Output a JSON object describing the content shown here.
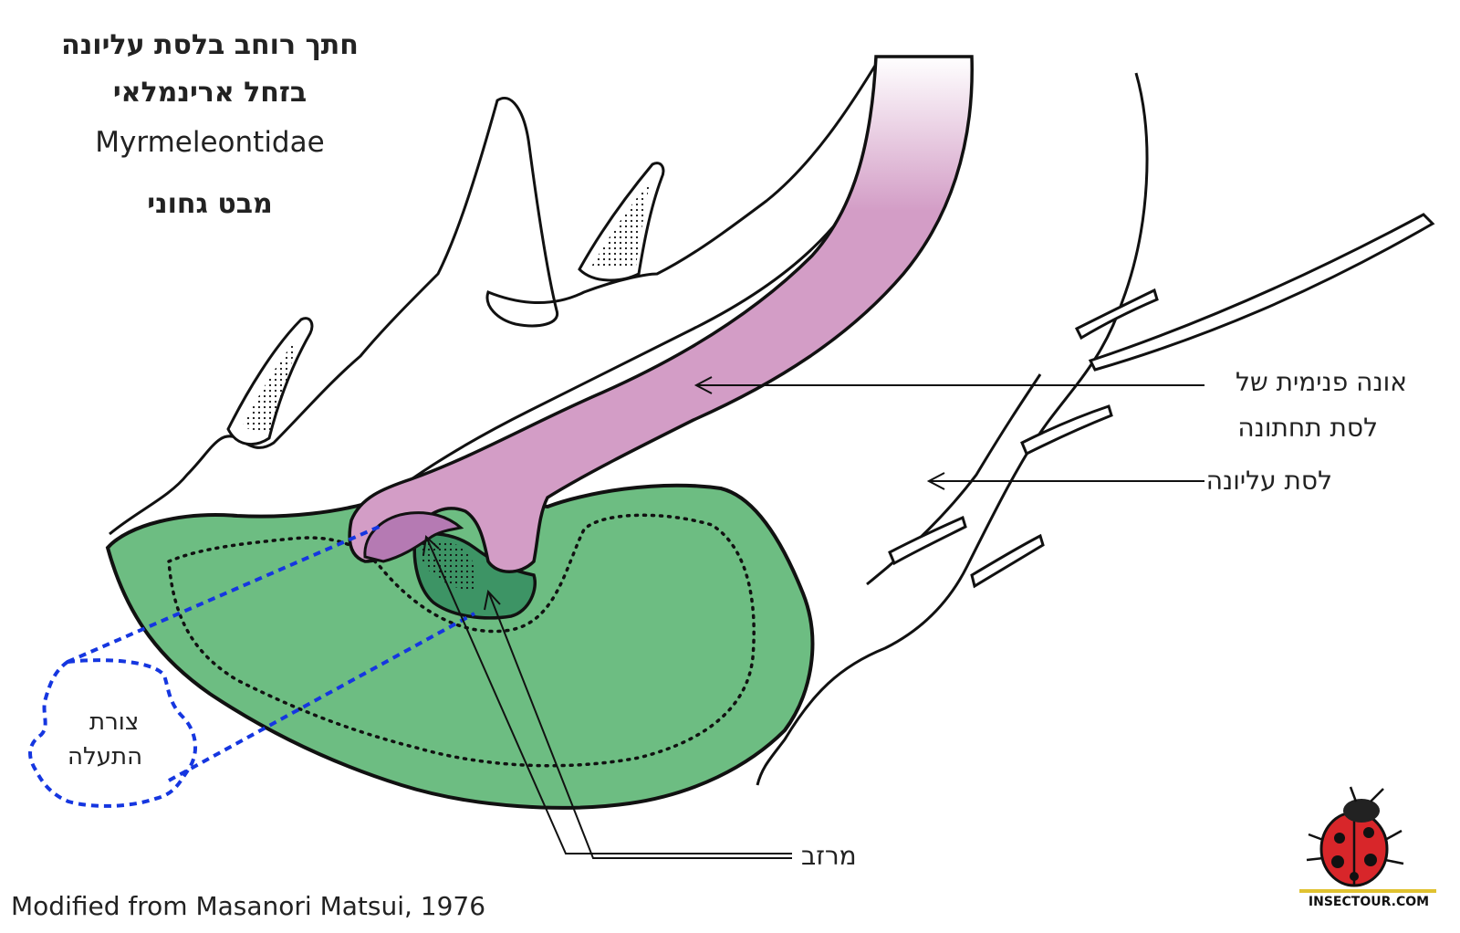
{
  "title": {
    "line1": "חתך רוחב בלסת עליונה",
    "line2": "בזחל ארינמלאי",
    "line3": "Myrmeleontidae",
    "line4": "מבט גחוני"
  },
  "labels": {
    "inner_lobe_line1": "אונה פנימית של",
    "inner_lobe_line2": "לסת תחתונה",
    "upper_jaw": "לסת עליונה",
    "groove": "מרזב",
    "channel_shape_line1": "צורת",
    "channel_shape_line2": "התעלה"
  },
  "credit": "Modified from Masanori Matsui, 1976",
  "logo": {
    "text": "INSECTOUR.COM"
  },
  "colors": {
    "section_green": "#6dbd82",
    "groove_green": "#3d9465",
    "lobe_pink": "#d39dc6",
    "lobe_inner": "#b57ab3",
    "channel_blue": "#1536e0",
    "outline": "#111111"
  }
}
